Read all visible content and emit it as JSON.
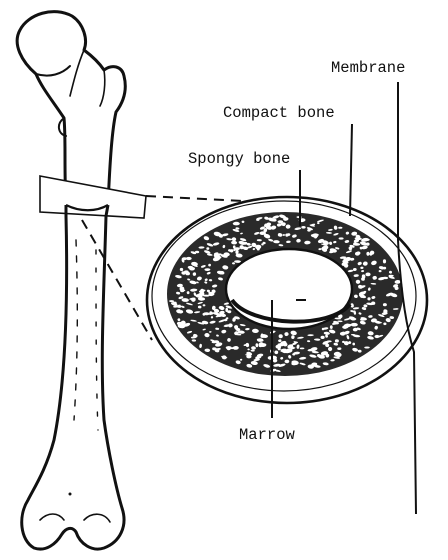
{
  "labels": {
    "membrane": "Membrane",
    "compact_bone": "Compact bone",
    "spongy_bone": "Spongy bone",
    "marrow": "Marrow"
  },
  "colors": {
    "ink": "#111111",
    "background": "#ffffff"
  }
}
